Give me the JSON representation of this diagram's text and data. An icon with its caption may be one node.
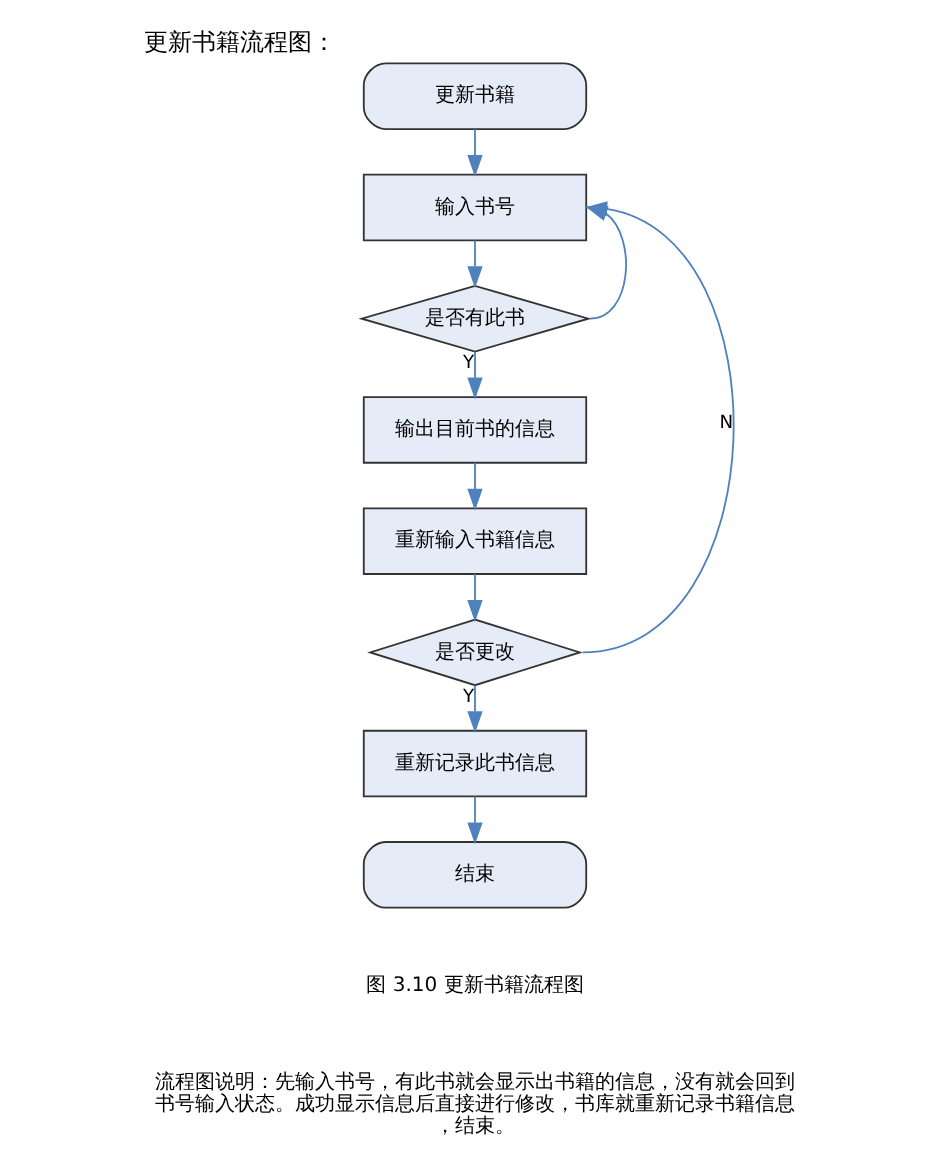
{
  "diagram": {
    "title": "更新书籍流程图：",
    "caption": "图 3.10 更新书籍流程图",
    "nodes": [
      {
        "text": [
          "更新书籍"
        ]
      },
      {
        "text": [
          "输入书号"
        ]
      },
      {
        "text": [
          "是否有此书"
        ]
      },
      {
        "text": [
          "输出目前书的信息"
        ]
      },
      {
        "text": [
          "重新输入书籍信息"
        ]
      },
      {
        "text": [
          "是否更改"
        ]
      },
      {
        "text": [
          "重新记录此书信息"
        ]
      },
      {
        "text": [
          "结束"
        ]
      }
    ],
    "edges": [
      {
        "from": 0,
        "to": 1,
        "arrow": "to"
      },
      {
        "from": 1,
        "to": 2,
        "arrow": "to"
      },
      {
        "from": 2,
        "to": 3,
        "arrow": "to",
        "label": "Y"
      },
      {
        "from": 2,
        "to": 1,
        "arrow": "to"
      },
      {
        "from": 3,
        "to": 4,
        "arrow": "to"
      },
      {
        "from": 4,
        "to": 5,
        "arrow": "to"
      },
      {
        "from": 5,
        "to": 6,
        "arrow": "to",
        "label": "Y"
      },
      {
        "from": 5,
        "to": 1,
        "arrow": "to",
        "label": "N"
      },
      {
        "from": 6,
        "to": 7,
        "arrow": "to"
      }
    ],
    "labels": [
      "流程图说明：先输入书号，有此书就会显示出书籍的信息，没有就会回到书号输入状态。成功显示信息后直接进行修改，书库就重新记录书籍信息，结束。"
    ]
  }
}
